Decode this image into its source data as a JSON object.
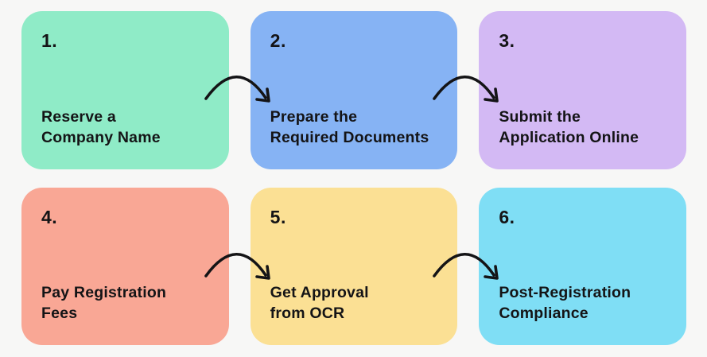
{
  "canvas": {
    "background": "#f7f7f6",
    "text_color": "#141416",
    "arrow_color": "#141416"
  },
  "steps": [
    {
      "number": "1.",
      "label": "Reserve a\nCompany Name",
      "color": "#8febc7"
    },
    {
      "number": "2.",
      "label": "Prepare the\nRequired Documents",
      "color": "#86b3f4"
    },
    {
      "number": "3.",
      "label": "Submit the\nApplication Online",
      "color": "#d3b9f4"
    },
    {
      "number": "4.",
      "label": "Pay Registration\nFees",
      "color": "#f9a795"
    },
    {
      "number": "5.",
      "label": "Get Approval\nfrom OCR",
      "color": "#fbe094"
    },
    {
      "number": "6.",
      "label": "Post-Registration\nCompliance",
      "color": "#7fdef5"
    }
  ],
  "connectors": [
    {
      "from": "1",
      "to": "2"
    },
    {
      "from": "2",
      "to": "3"
    },
    {
      "from": "4",
      "to": "5"
    },
    {
      "from": "5",
      "to": "6"
    }
  ]
}
